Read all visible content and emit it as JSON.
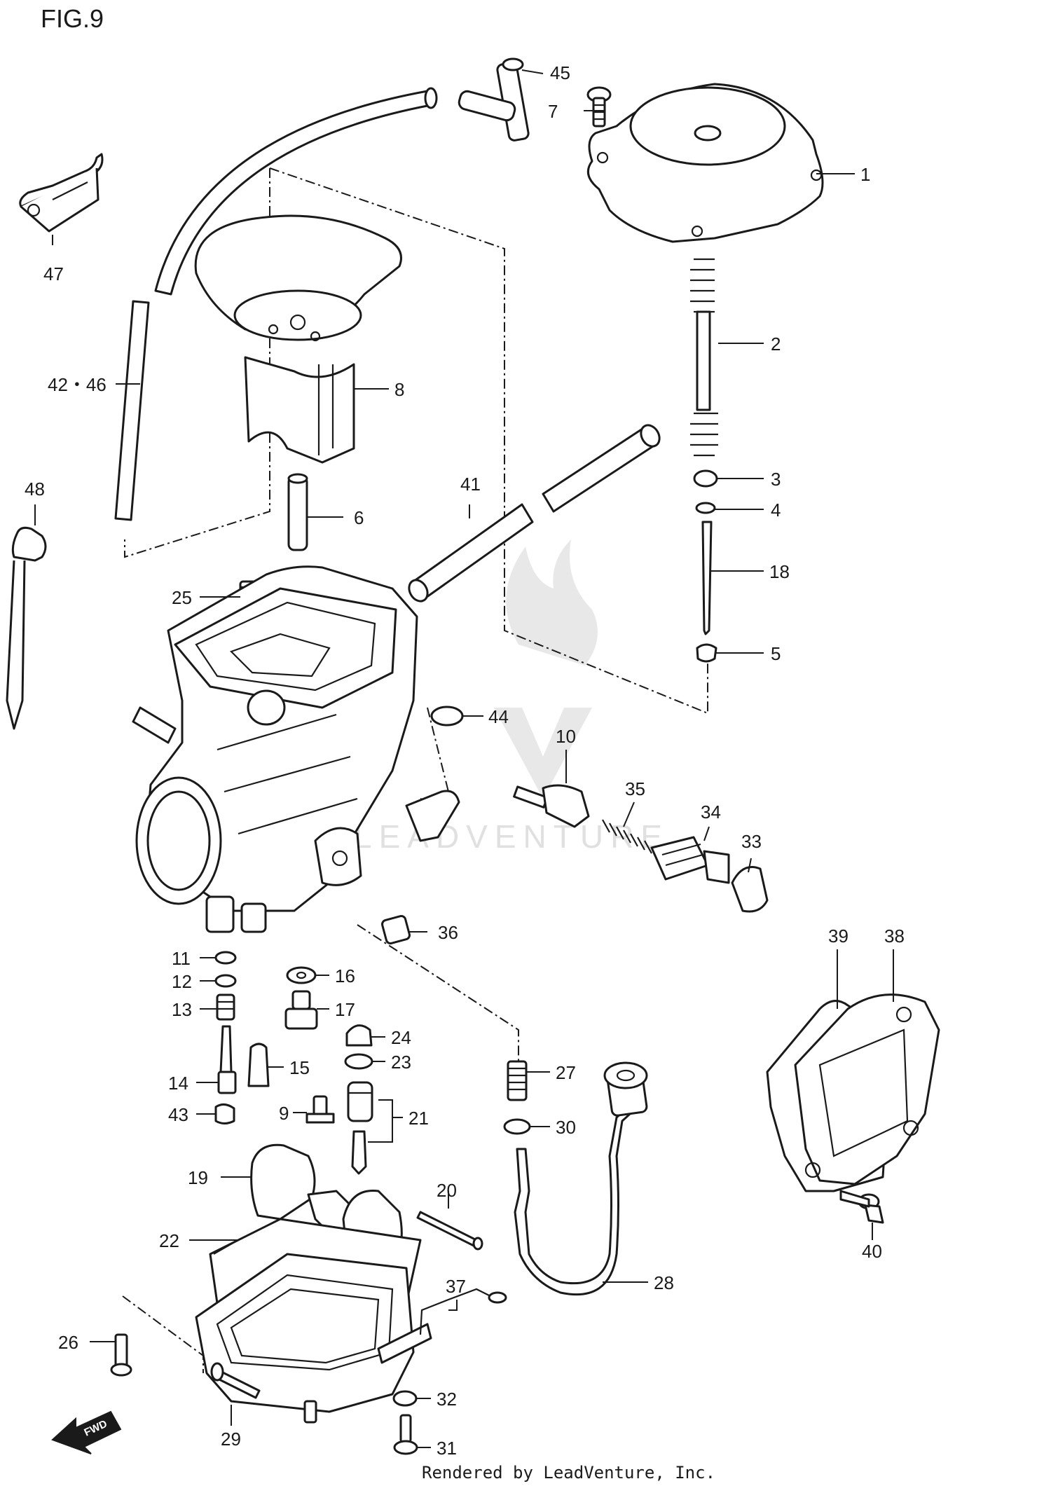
{
  "figure": {
    "title": "FIG.9"
  },
  "footer": {
    "text": "Rendered by LeadVenture, Inc."
  },
  "fwd_marker": {
    "label": "FWD"
  },
  "watermark": {
    "text": "LEADVENTURE"
  },
  "callouts": [
    {
      "id": "45",
      "label": "45"
    },
    {
      "id": "7",
      "label": "7"
    },
    {
      "id": "1",
      "label": "1"
    },
    {
      "id": "47",
      "label": "47"
    },
    {
      "id": "2",
      "label": "2"
    },
    {
      "id": "42-46",
      "label": "42・46"
    },
    {
      "id": "8",
      "label": "8"
    },
    {
      "id": "3",
      "label": "3"
    },
    {
      "id": "4",
      "label": "4"
    },
    {
      "id": "48",
      "label": "48"
    },
    {
      "id": "41",
      "label": "41"
    },
    {
      "id": "6",
      "label": "6"
    },
    {
      "id": "18",
      "label": "18"
    },
    {
      "id": "25",
      "label": "25"
    },
    {
      "id": "5",
      "label": "5"
    },
    {
      "id": "44",
      "label": "44"
    },
    {
      "id": "10",
      "label": "10"
    },
    {
      "id": "35",
      "label": "35"
    },
    {
      "id": "34",
      "label": "34"
    },
    {
      "id": "33",
      "label": "33"
    },
    {
      "id": "36",
      "label": "36"
    },
    {
      "id": "39",
      "label": "39"
    },
    {
      "id": "38",
      "label": "38"
    },
    {
      "id": "11",
      "label": "11"
    },
    {
      "id": "16",
      "label": "16"
    },
    {
      "id": "12",
      "label": "12"
    },
    {
      "id": "13",
      "label": "13"
    },
    {
      "id": "17",
      "label": "17"
    },
    {
      "id": "24",
      "label": "24"
    },
    {
      "id": "15",
      "label": "15"
    },
    {
      "id": "23",
      "label": "23"
    },
    {
      "id": "14",
      "label": "14"
    },
    {
      "id": "27",
      "label": "27"
    },
    {
      "id": "9",
      "label": "9"
    },
    {
      "id": "21",
      "label": "21"
    },
    {
      "id": "43",
      "label": "43"
    },
    {
      "id": "30",
      "label": "30"
    },
    {
      "id": "19",
      "label": "19"
    },
    {
      "id": "20",
      "label": "20"
    },
    {
      "id": "40",
      "label": "40"
    },
    {
      "id": "22",
      "label": "22"
    },
    {
      "id": "28",
      "label": "28"
    },
    {
      "id": "37",
      "label": "37"
    },
    {
      "id": "26",
      "label": "26"
    },
    {
      "id": "32",
      "label": "32"
    },
    {
      "id": "29",
      "label": "29"
    },
    {
      "id": "31",
      "label": "31"
    }
  ]
}
